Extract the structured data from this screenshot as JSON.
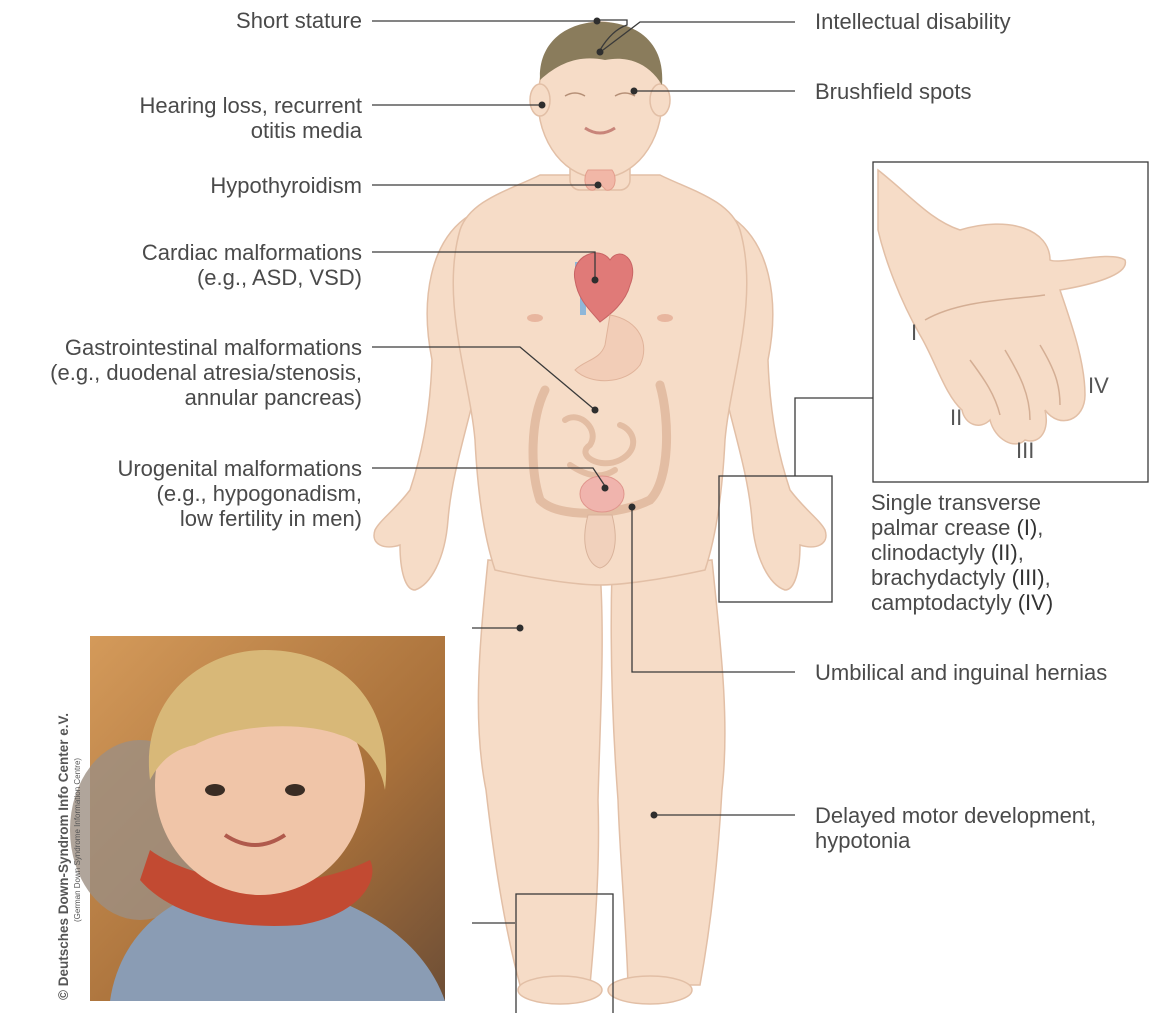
{
  "labels": {
    "short_stature": "Short stature",
    "intellectual_disability": "Intellectual disability",
    "hearing_loss_1": "Hearing loss, recurrent",
    "hearing_loss_2": "otitis media",
    "brushfield": "Brushfield spots",
    "hypothyroidism": "Hypothyroidism",
    "cardiac_1": "Cardiac malformations",
    "cardiac_2": "(e.g., ASD, VSD)",
    "gi_1": "Gastrointestinal malformations",
    "gi_2": "(e.g., duodenal atresia/stenosis,",
    "gi_3": "annular pancreas)",
    "uro_1": "Urogenital malformations",
    "uro_2": "(e.g., hypogonadism,",
    "uro_3": "low fertility in men)",
    "hand_1": "Single transverse",
    "hand_2a": "palmar crease ",
    "hand_2b": "(I)",
    "hand_2c": ",",
    "hand_3a": "clinodactyly ",
    "hand_3b": "(II)",
    "hand_3c": ",",
    "hand_4a": "brachydactyly ",
    "hand_4b": "(III)",
    "hand_4c": ",",
    "hand_5a": "camptodactyly ",
    "hand_5b": "(IV)",
    "hernias": "Umbilical and inguinal hernias",
    "motor_1": "Delayed motor development,",
    "motor_2": "hypotonia"
  },
  "hand_inset": {
    "numerals": [
      "I",
      "II",
      "III",
      "IV"
    ]
  },
  "photo_credit": {
    "line1": "© Deutsches Down-Syndrom Info Center e.V.",
    "line2": "(German Down Syndrome Information Centre)"
  },
  "colors": {
    "skin": "#f6dcc7",
    "skin_outline": "#e2bfa6",
    "hair": "#8a7c5c",
    "heart": "#e07a78",
    "intestine": "#e8c4ad",
    "leader": "#3a3a3a"
  }
}
